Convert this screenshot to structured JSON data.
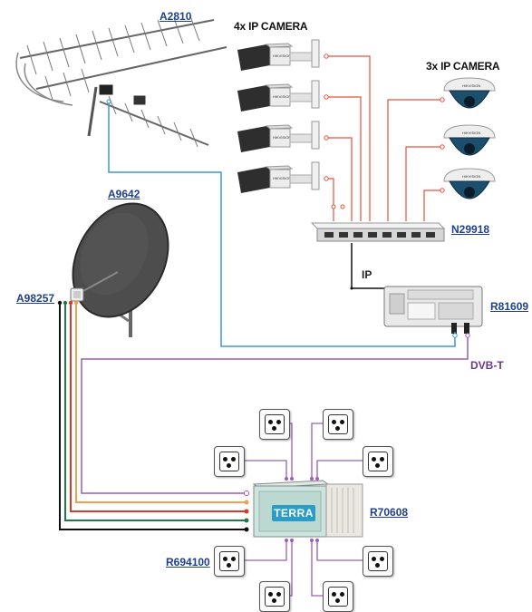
{
  "labels": {
    "terrestrial_antenna": "A2810",
    "satellite_dish": "A9642",
    "lnb": "A98257",
    "network_switch": "N29918",
    "modulator": "R81609",
    "multiswitch": "R70608",
    "power_supply": "R694100"
  },
  "headers": {
    "box_cameras": "4x IP CAMERA",
    "dome_cameras": "3x IP CAMERA"
  },
  "signals": {
    "ip": "IP",
    "dvbt": "DVB-T"
  },
  "multiswitch_brand": "TERRA",
  "colors": {
    "camera_cable": "#e8503a",
    "antenna_cable": "#3a9ad0",
    "dvbt_cable": "#9b5fb5",
    "lnb_orange": "#f0a050",
    "lnb_red": "#d83a2a",
    "lnb_green": "#1f7a4a",
    "lnb_black": "#111111",
    "label_blue": "#1f3f8f"
  }
}
